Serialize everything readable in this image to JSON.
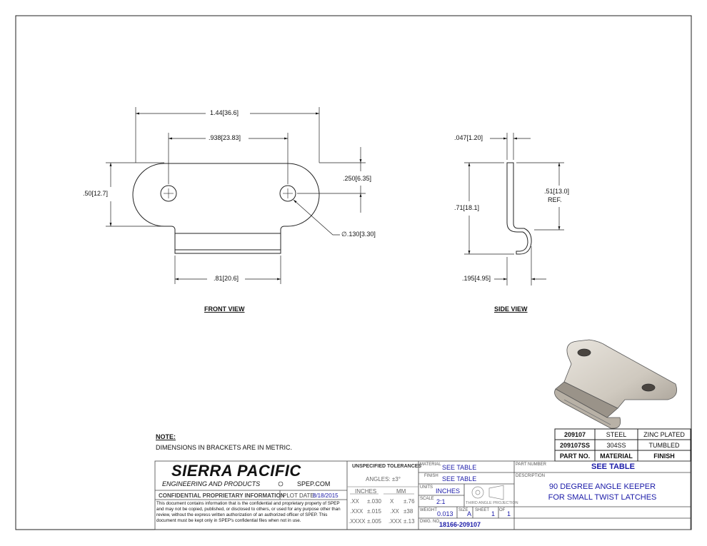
{
  "front_view": {
    "title": "FRONT VIEW",
    "dim_overall_width": "1.44[36.6]",
    "dim_hole_spacing": ".938[23.83]",
    "dim_height": ".50[12.7]",
    "dim_hole_offset": ".250[6.35]",
    "dim_hole_dia": ".130[3.30]",
    "dim_tab_width": ".81[20.6]",
    "diameter_symbol": "∅"
  },
  "side_view": {
    "title": "SIDE VIEW",
    "dim_thickness": ".047[1.20]",
    "dim_height": ".71[18.1]",
    "dim_ref": ".51[13.0]",
    "dim_ref_label": "REF.",
    "dim_hook": ".195[4.95]"
  },
  "parts_table": {
    "rows": [
      {
        "part": "209107",
        "material": "STEEL",
        "finish": "ZINC PLATED"
      },
      {
        "part": "209107SS",
        "material": "304SS",
        "finish": "TUMBLED"
      }
    ],
    "headers": {
      "part": "PART NO.",
      "material": "MATERIAL",
      "finish": "FINISH"
    }
  },
  "note": {
    "heading": "NOTE:",
    "text": "DIMENSIONS IN BRACKETS ARE IN METRIC."
  },
  "title_block": {
    "company": "SIERRA PACIFIC",
    "company_sub": "ENGINEERING AND PRODUCTS",
    "registered": "®",
    "website": "SPEP.COM",
    "confidential_label": "CONFIDENTIAL PROPRIETARY INFORMATION",
    "plot_date_label": "PLOT DATE:",
    "plot_date": "8/18/2015",
    "confidential_text": "This document contains information that is the confidential and proprietary property of SPEP and may not be copied, published, or disclosed to others, or used for any purpose other than review, without the express written authorization of an authorized officer of SPEP. This document must be kept only in SPEP's confidential files when not in use.",
    "tolerances_heading": "UNSPECIFIED TOLERANCES",
    "angles": "ANGLES: ±3°",
    "inches_label": "INCHES",
    "mm_label": "MM",
    "tol_rows": [
      {
        "in_k": ".XX",
        "in_v": "±.030",
        "mm_k": "X",
        "mm_v": "±.76"
      },
      {
        "in_k": ".XXX",
        "in_v": "±.015",
        "mm_k": ".XX",
        "mm_v": "±38"
      },
      {
        "in_k": ".XXXX",
        "in_v": "±.005",
        "mm_k": ".XXX",
        "mm_v": "±.13"
      }
    ],
    "material_label": "MATERIAL",
    "material_value": "SEE TABLE",
    "finish_label": "FINISH",
    "finish_value": "SEE TABLE",
    "units_label": "UNITS",
    "units_value": "INCHES",
    "scale_label": "SCALE",
    "scale_value": "2:1",
    "projection_label": "THIRD ANGLE PROJECTION",
    "weight_label": "WEIGHT",
    "weight_value": "0.013",
    "size_label": "SIZE",
    "size_value": "A",
    "sheet_label": "SHEET",
    "sheet_value": "1",
    "of_label": "OF",
    "of_value": "1",
    "dwg_label": "DWG. NO.",
    "dwg_value": "18166-209107",
    "partnumber_label": "PART NUMBER",
    "partnumber_value": "SEE TABLE",
    "description_label": "DESCRIPTION",
    "description_line1": "90 DEGREE ANGLE KEEPER",
    "description_line2": "FOR SMALL TWIST LATCHES"
  }
}
